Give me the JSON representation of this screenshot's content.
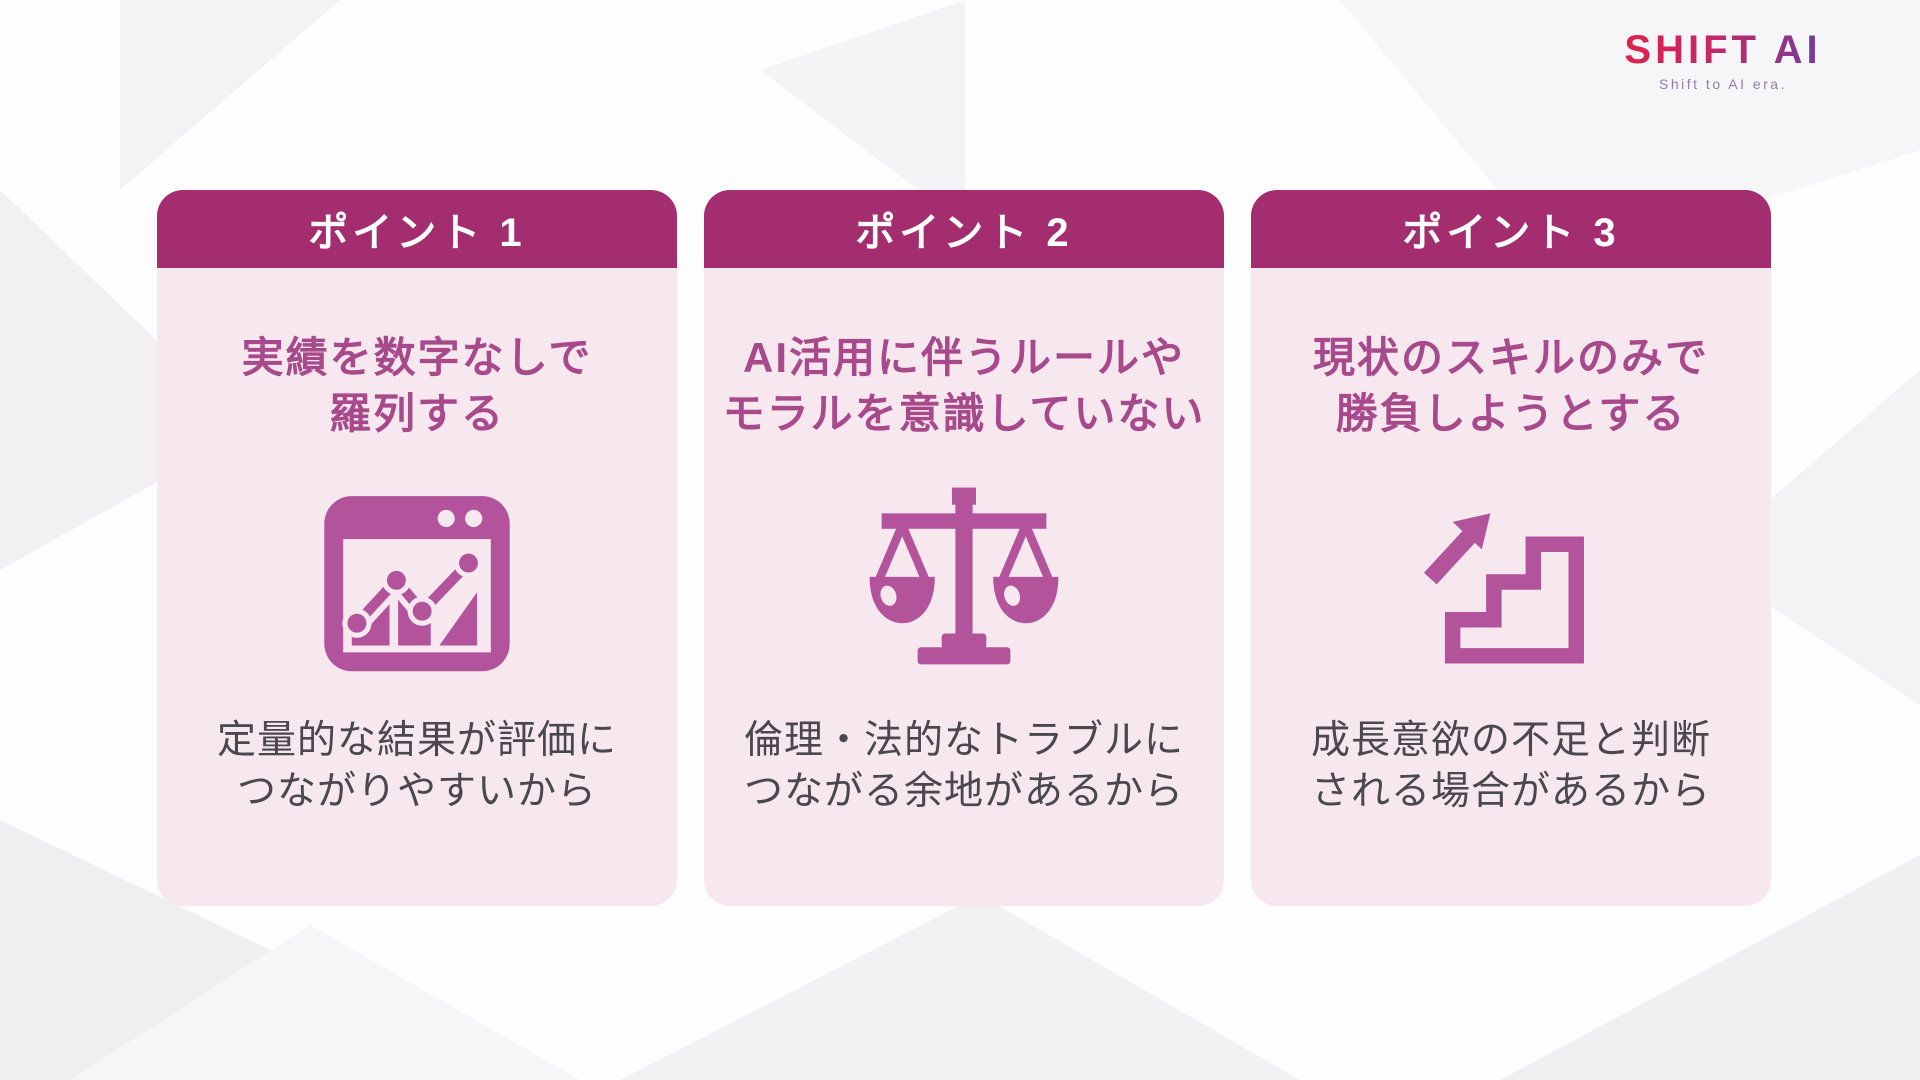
{
  "logo": {
    "brand": "SHIFT AI",
    "tagline": "Shift to AI era."
  },
  "cards": [
    {
      "header": "ポイント 1",
      "title_lines": [
        "実績を数字なしで",
        "羅列する"
      ],
      "icon": "chart-window-icon",
      "desc_lines": [
        "定量的な結果が評価に",
        "つながりやすいから"
      ]
    },
    {
      "header": "ポイント 2",
      "title_lines": [
        "AI活用に伴うルールや",
        "モラルを意識していない"
      ],
      "icon": "balance-scale-icon",
      "desc_lines": [
        "倫理・法的なトラブルに",
        "つながる余地があるから"
      ]
    },
    {
      "header": "ポイント 3",
      "title_lines": [
        "現状のスキルのみで",
        "勝負しようとする"
      ],
      "icon": "stairs-growth-icon",
      "desc_lines": [
        "成長意欲の不足と判断",
        "される場合があるから"
      ]
    }
  ],
  "colors": {
    "header_bg": "#A32D6E",
    "card_bg": "#F7E7EE",
    "title_text": "#A8498C",
    "icon_fill": "#B2539B",
    "desc_text": "#4A474E",
    "logo_gradient_start": "#E0214D",
    "logo_gradient_end": "#6F3E9E",
    "tagline_text": "#8D80A6",
    "page_bg": "#FDFDFE"
  }
}
